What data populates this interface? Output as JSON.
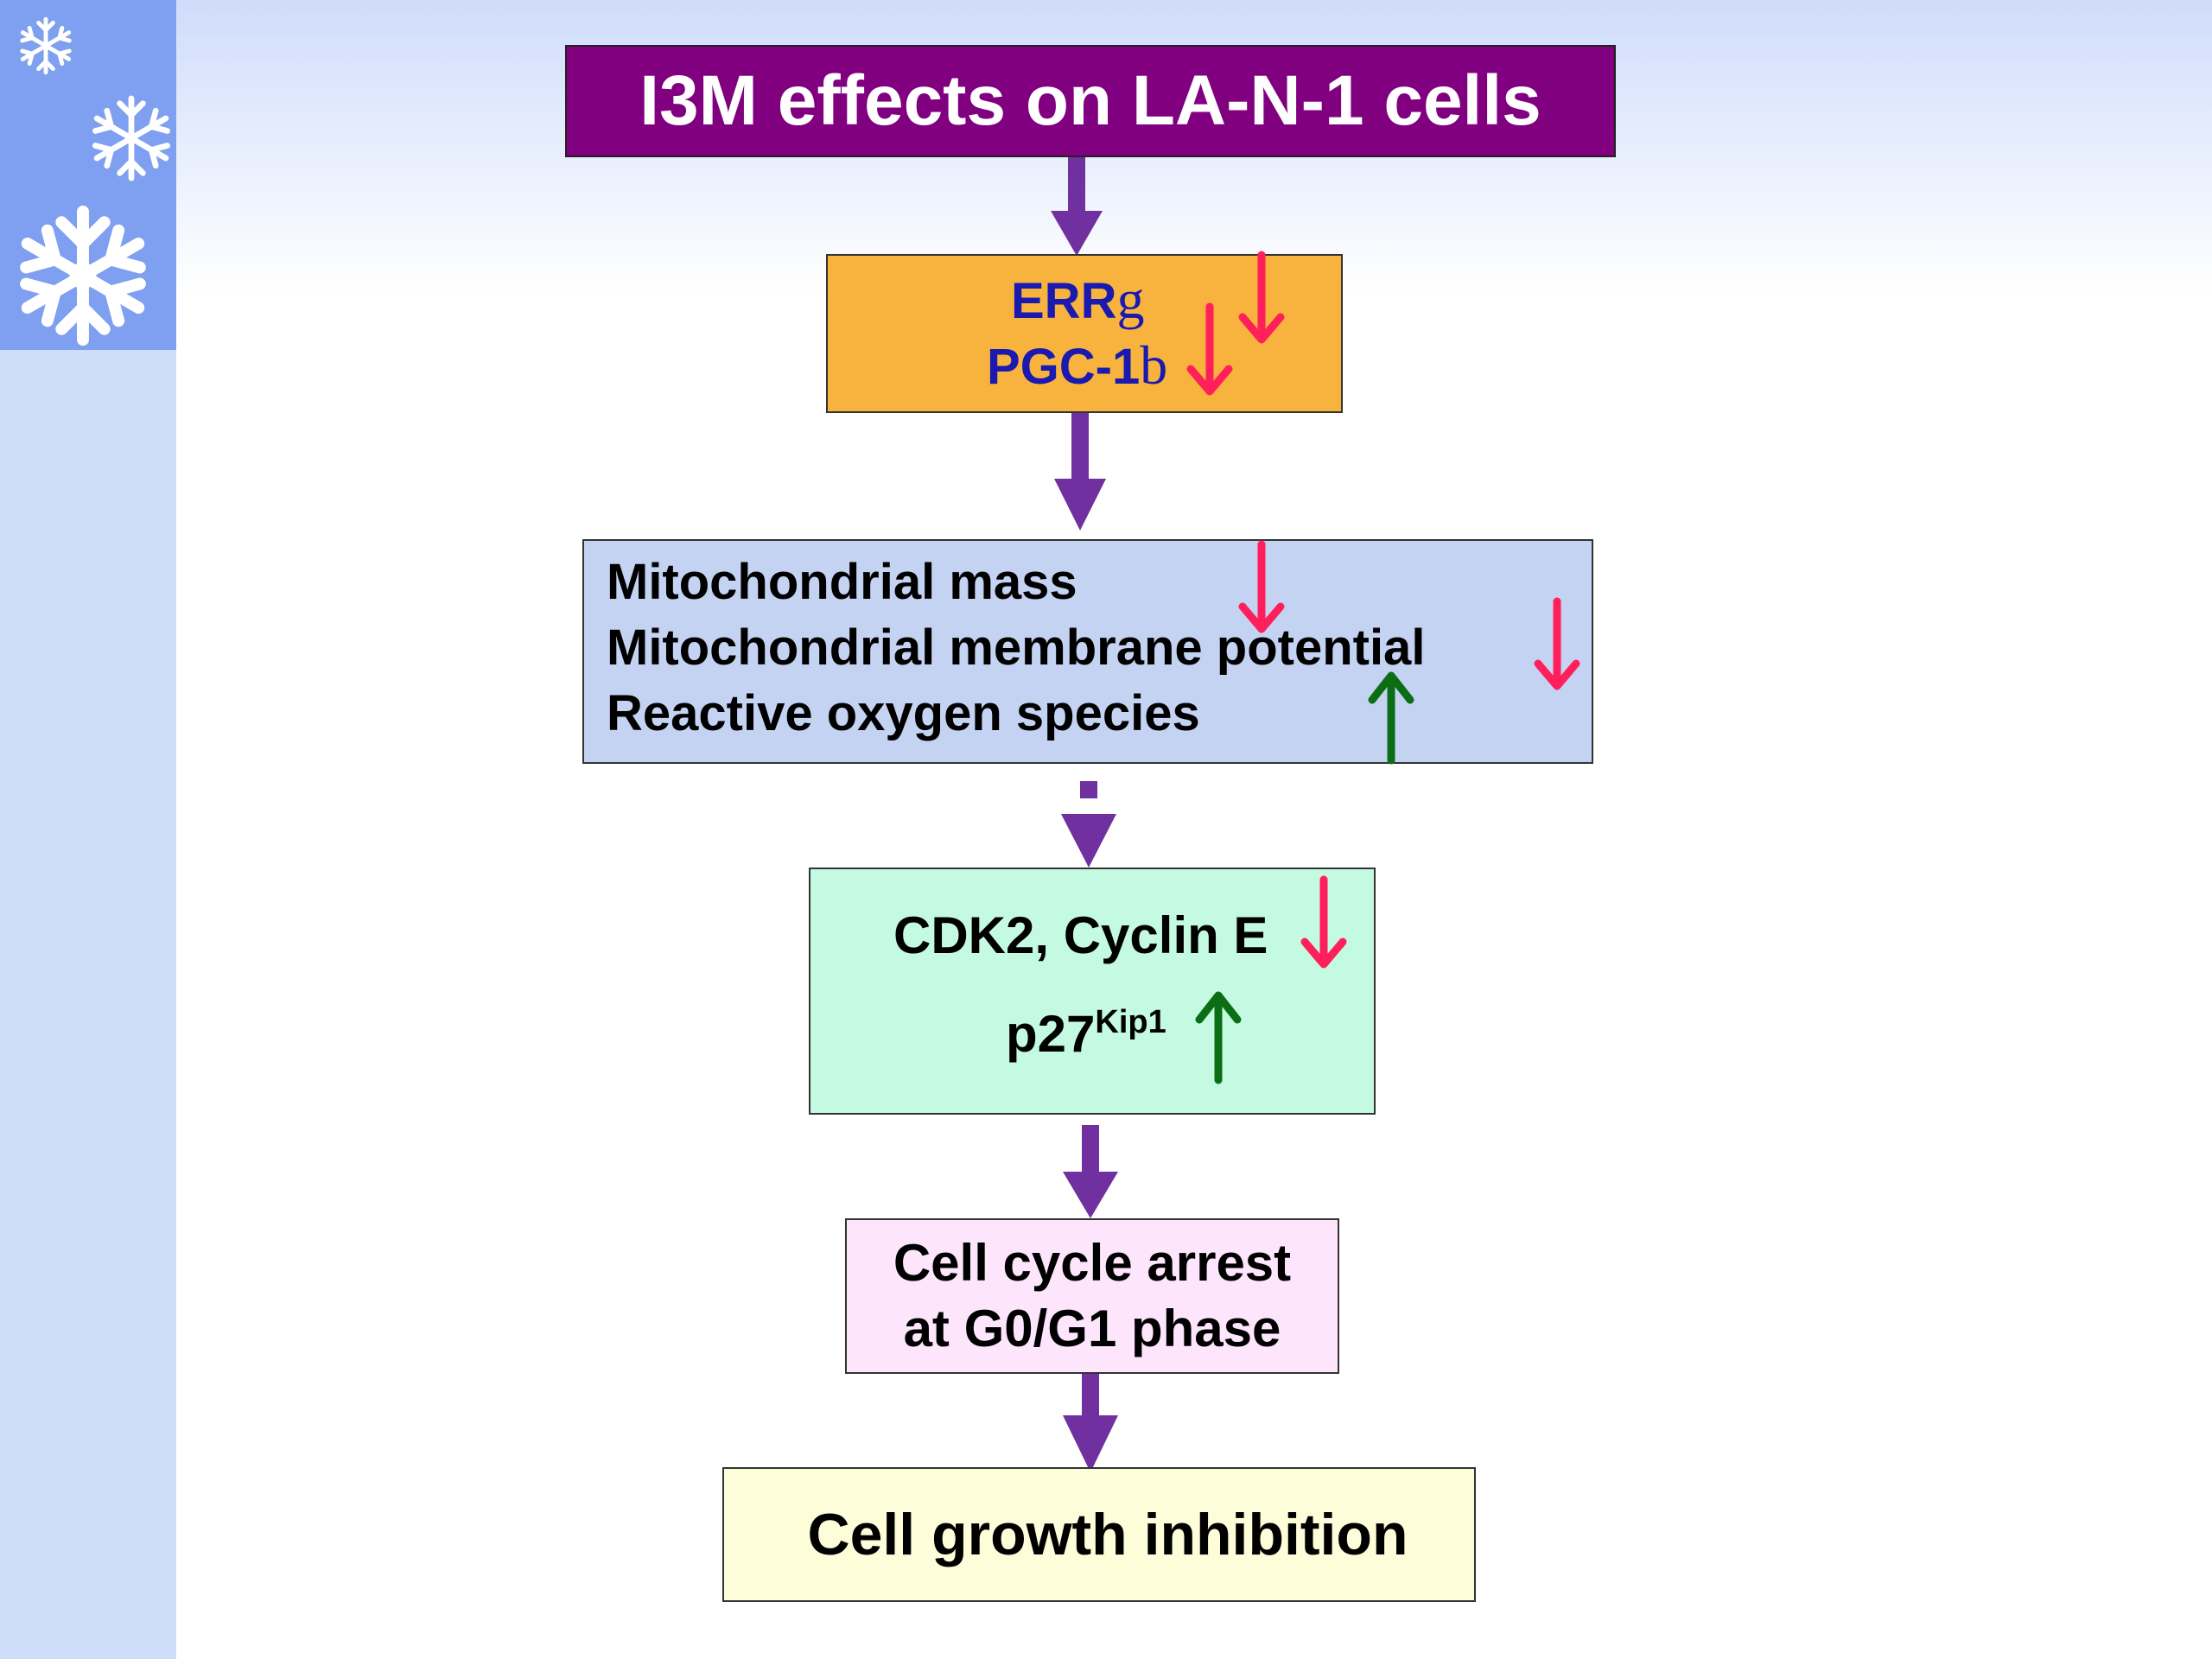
{
  "title": "I3M effects on LA-N-1 cells",
  "err_box": {
    "line1": "ERR",
    "line1_greek": "g",
    "line2": "PGC-1",
    "line2_greek": "b"
  },
  "mito_box": {
    "line1": "Mitochondrial mass",
    "line2": "Mitochondrial membrane potential",
    "line3": "Reactive oxygen species"
  },
  "cdk_box": {
    "line1": "CDK2, Cyclin E",
    "line2": "p27",
    "line2_sup": "Kip1"
  },
  "arrest_box": {
    "line1": "Cell cycle arrest",
    "line2": "at G0/G1 phase"
  },
  "growth_box": {
    "text": "Cell growth inhibition"
  },
  "colors": {
    "down_arrow": "#ff1f5a",
    "up_arrow": "#0b6e14",
    "flow_arrow": "#7030a0"
  },
  "indicators": {
    "ERRg": "down",
    "PGC-1b": "down",
    "mitochondrial_mass": "down",
    "membrane_potential": "down",
    "ros": "up",
    "cdk2_cyclin_e": "down",
    "p27": "up"
  }
}
